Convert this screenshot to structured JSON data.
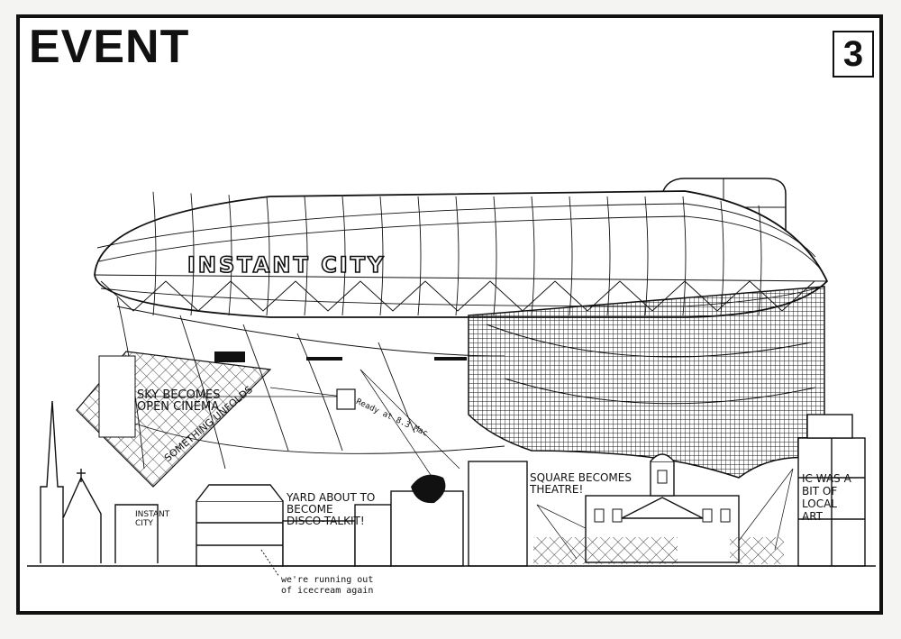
{
  "poster": {
    "title": "EVENT",
    "number": "3"
  },
  "blimp": {
    "name": "INSTANT CITY"
  },
  "labels": {
    "sky": "SKY BECOMES\nOPEN CINEMA",
    "yard": "YARD ABOUT TO\nBECOME\nDISCO-TALKIT!",
    "square": "SQUARE BECOMES\nTHEATRE!",
    "local_art": "IC WAS A\nBIT OF\nLOCAL\nART",
    "ropes": "SOMETHING UNFOLDS",
    "small_sign": "INSTANT\nCITY",
    "ready": "Ready at 8.3 Mac"
  },
  "note": {
    "line1": "we're running out",
    "line2": "of icecream again"
  },
  "colors": {
    "ink": "#111111",
    "paper": "#ffffff"
  }
}
